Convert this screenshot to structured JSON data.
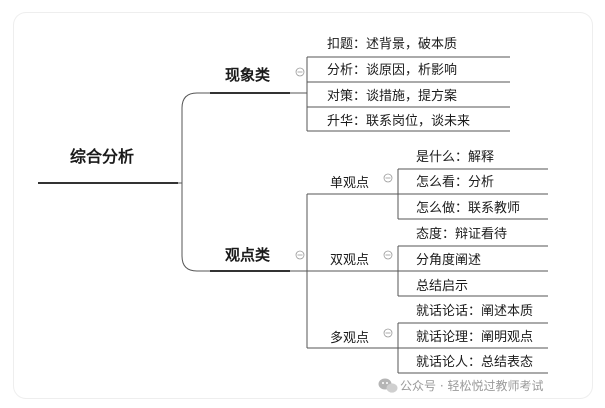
{
  "root": {
    "label": "综合分析"
  },
  "branches": [
    {
      "label": "现象类",
      "leaves": [
        "扣题：述背景，破本质",
        "分析：谈原因，析影响",
        "对策：谈措施，提方案",
        "升华：联系岗位，谈未来"
      ]
    },
    {
      "label": "观点类",
      "subs": [
        {
          "label": "单观点",
          "leaves": [
            "是什么：解释",
            "怎么看：分析",
            "怎么做：联系教师"
          ]
        },
        {
          "label": "双观点",
          "leaves": [
            "态度：辩证看待",
            "分角度阐述",
            "总结启示"
          ]
        },
        {
          "label": "多观点",
          "leaves": [
            "就话论话：阐述本质",
            "就话论理：阐明观点",
            "就话论人：总结表态"
          ]
        }
      ]
    }
  ],
  "watermark": {
    "text": "公众号 · 轻松悦过教师考试",
    "icon": "wechat-icon"
  }
}
